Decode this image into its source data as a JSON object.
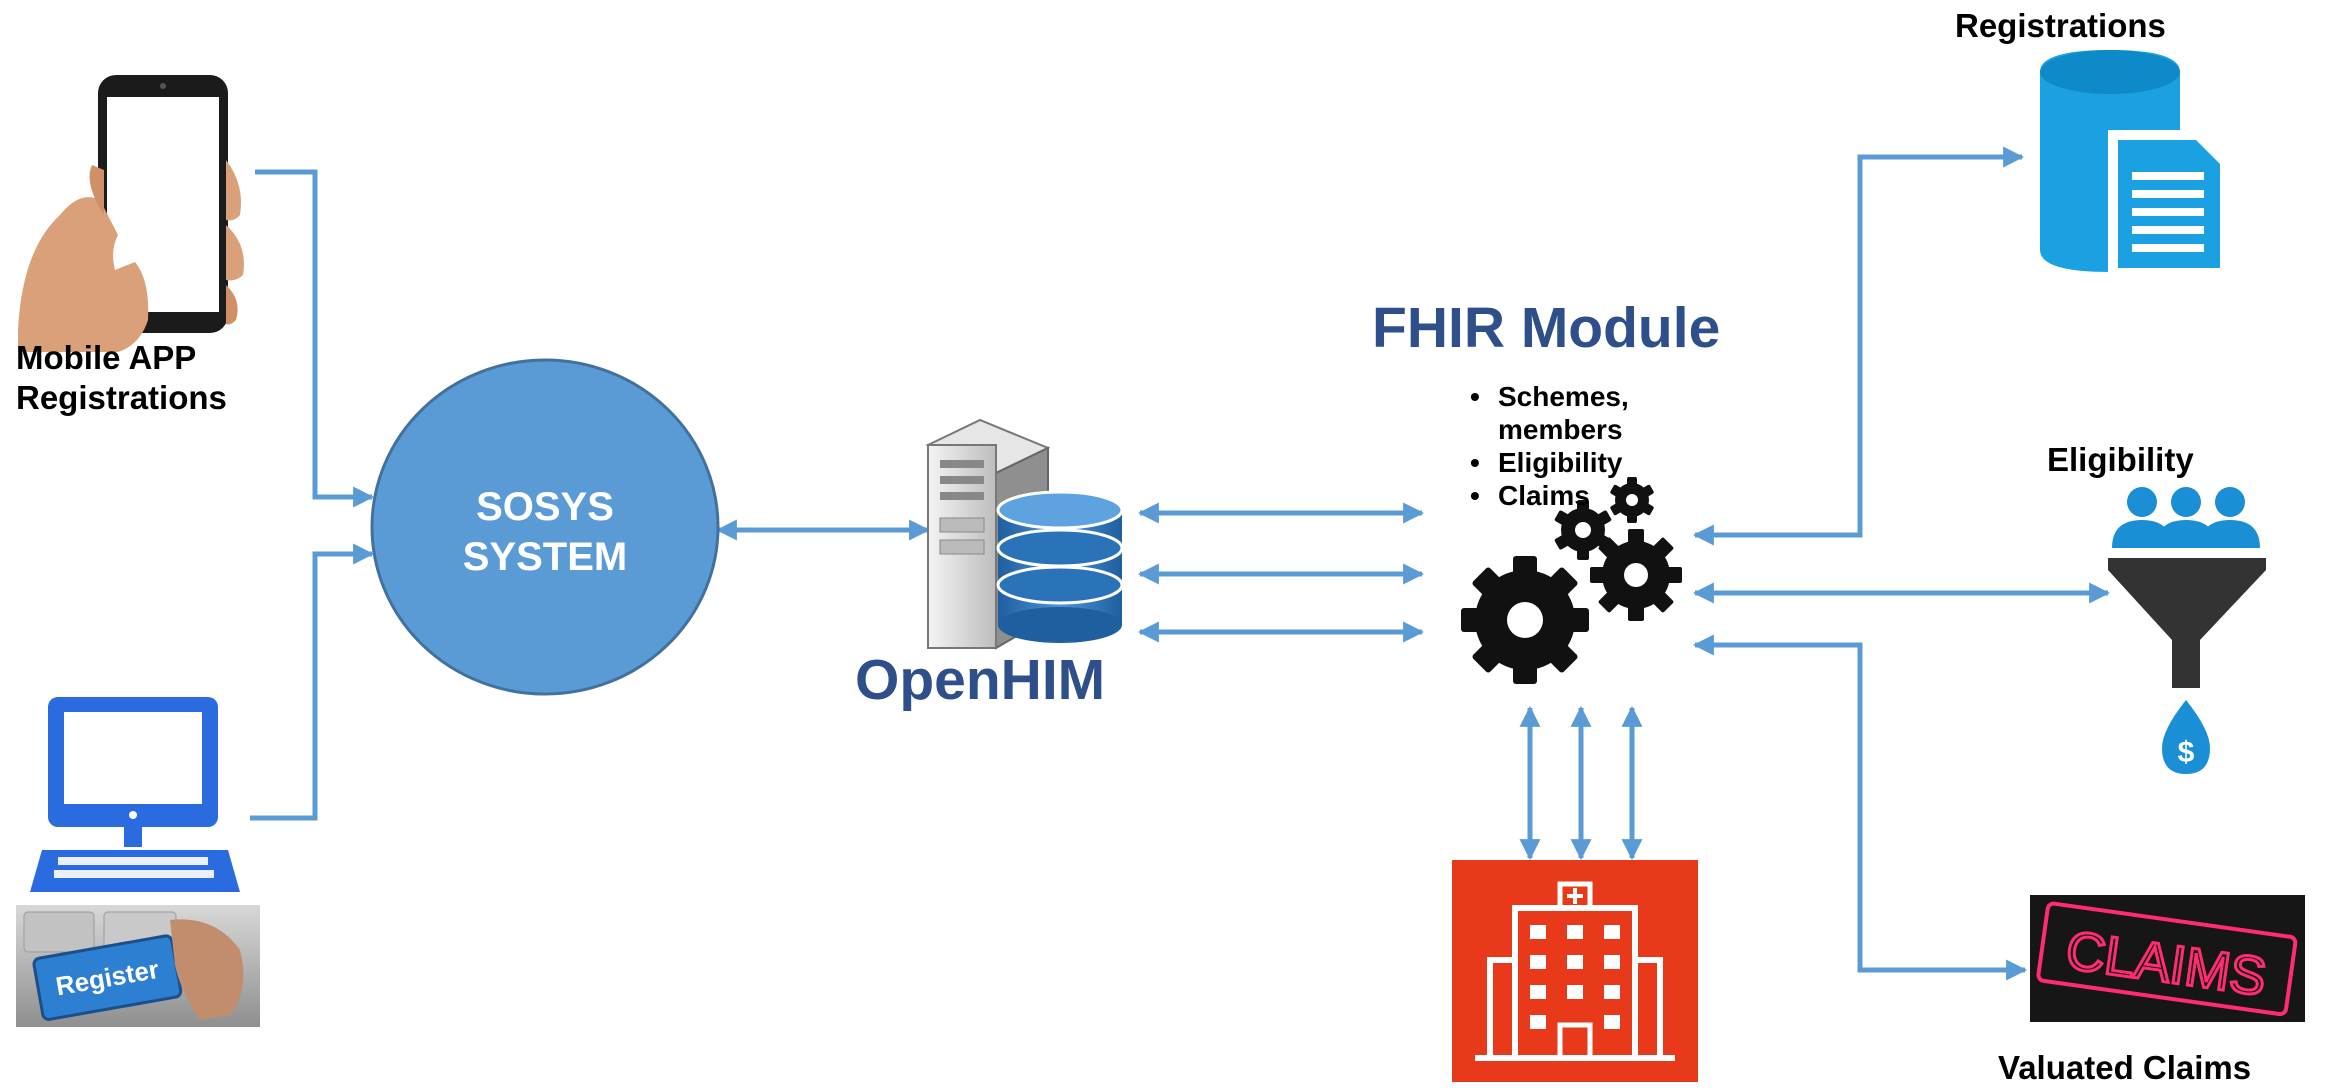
{
  "nodes": {
    "mobile_app": {
      "label_line1": "Mobile APP",
      "label_line2": "Registrations"
    },
    "sosys": {
      "label_line1": "SOSYS",
      "label_line2": "SYSTEM"
    },
    "openhim": {
      "label": "OpenHIM"
    },
    "fhir": {
      "title": "FHIR Module",
      "bullets": [
        "Schemes,",
        "members",
        "Eligibility",
        "Claims"
      ]
    },
    "registrations": {
      "label": "Registrations"
    },
    "eligibility": {
      "label": "Eligibility"
    },
    "claims": {
      "label": "Valuated Claims",
      "sign_text": "CLAIMS"
    },
    "desktop": {
      "key_text": "Register"
    }
  },
  "colors": {
    "arrow": "#5b9bd5",
    "ellipse": "#5b9bd5",
    "title": "#2e4f8a",
    "hospital": "#e8391a",
    "db_cyan": "#1ba1e2",
    "claims_neon": "#ff2d6f"
  },
  "icons": [
    "smartphone-icon",
    "desktop-computer-icon",
    "register-key-icon",
    "server-database-icon",
    "gears-icon",
    "database-document-icon",
    "users-funnel-icon",
    "hospital-icon",
    "claims-neon-sign-icon"
  ]
}
